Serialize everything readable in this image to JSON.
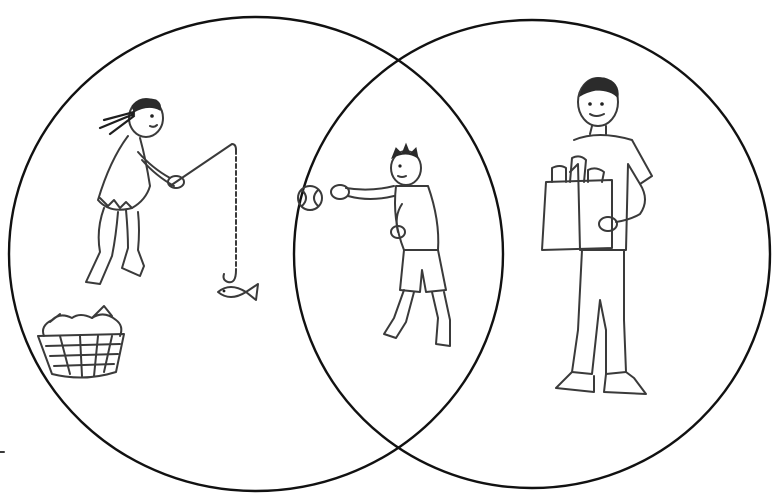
{
  "diagram": {
    "type": "venn",
    "sets": [
      {
        "label": ""
      },
      {
        "label": ""
      }
    ],
    "illustrations": [
      {
        "icon": "child-fishing-figure"
      },
      {
        "icon": "fish-basket-icon"
      },
      {
        "icon": "boy-throwing-ball-figure"
      },
      {
        "icon": "man-with-grocery-bag-figure"
      }
    ],
    "colors": {
      "outline": "#111111",
      "sketch": "#3a3a3a",
      "background": "#ffffff"
    }
  }
}
